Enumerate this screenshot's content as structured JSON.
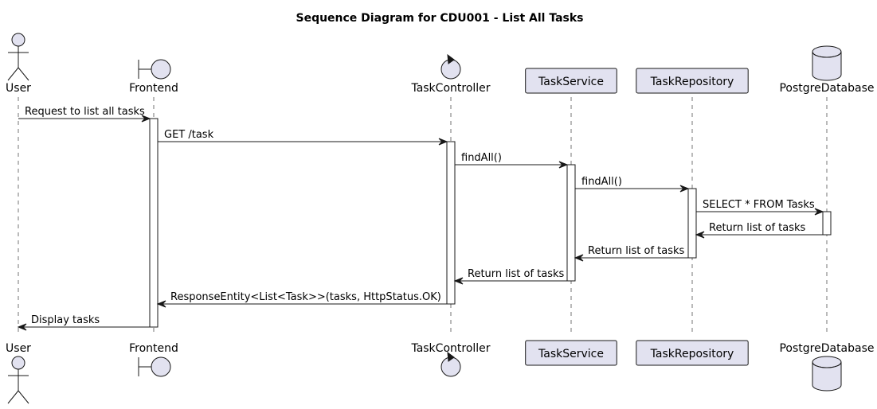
{
  "diagram": {
    "title": "Sequence Diagram for CDU001 - List All Tasks",
    "participants": [
      {
        "id": "user",
        "name": "User",
        "kind": "actor"
      },
      {
        "id": "frontend",
        "name": "Frontend",
        "kind": "boundary"
      },
      {
        "id": "taskcontroller",
        "name": "TaskController",
        "kind": "control"
      },
      {
        "id": "taskservice",
        "name": "TaskService",
        "kind": "participant"
      },
      {
        "id": "taskrepository",
        "name": "TaskRepository",
        "kind": "participant"
      },
      {
        "id": "postgredatabase",
        "name": "PostgreDatabase",
        "kind": "database"
      }
    ],
    "messages": [
      {
        "from": "user",
        "to": "frontend",
        "label": "Request to list all tasks"
      },
      {
        "from": "frontend",
        "to": "taskcontroller",
        "label": "GET /task"
      },
      {
        "from": "taskcontroller",
        "to": "taskservice",
        "label": "findAll()"
      },
      {
        "from": "taskservice",
        "to": "taskrepository",
        "label": "findAll()"
      },
      {
        "from": "taskrepository",
        "to": "postgredatabase",
        "label": "SELECT * FROM Tasks"
      },
      {
        "from": "postgredatabase",
        "to": "taskrepository",
        "label": "Return list of tasks"
      },
      {
        "from": "taskrepository",
        "to": "taskservice",
        "label": "Return list of tasks"
      },
      {
        "from": "taskservice",
        "to": "taskcontroller",
        "label": "Return list of tasks"
      },
      {
        "from": "taskcontroller",
        "to": "frontend",
        "label": "ResponseEntity<List<Task>>(tasks, HttpStatus.OK)"
      },
      {
        "from": "frontend",
        "to": "user",
        "label": "Display tasks"
      }
    ],
    "colors": {
      "participant_fill": "#E2E2F0",
      "line": "#181818",
      "activation_fill": "#FFFFFF"
    }
  }
}
